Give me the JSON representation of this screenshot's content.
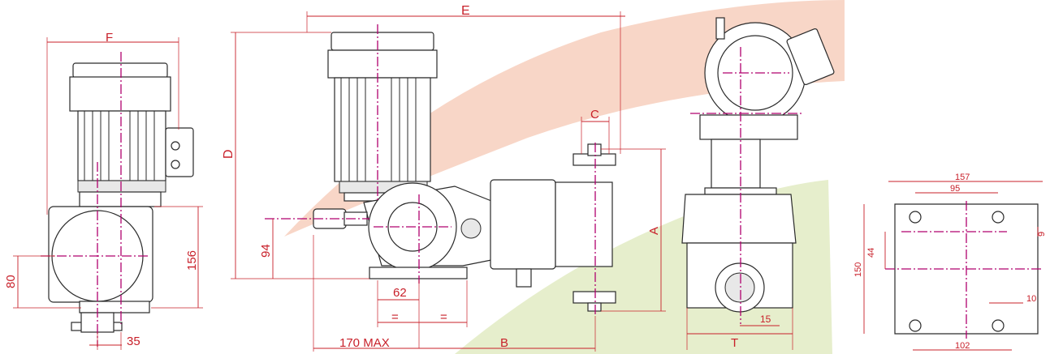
{
  "colors": {
    "dimension": "#c8202a",
    "axis": "#b0006e",
    "outline": "#2a2a2a",
    "background_red": "#f7c9b4",
    "background_green": "#e1ebc4"
  },
  "side_view": {
    "label_F": "F",
    "label_80": "80",
    "label_156": "156",
    "label_35": "35"
  },
  "front_view": {
    "label_E": "E",
    "label_D": "D",
    "label_94": "94",
    "label_62": "62",
    "label_eq1": "=",
    "label_eq2": "=",
    "label_170max": "170 MAX",
    "label_B": "B",
    "label_C": "C",
    "label_A": "A"
  },
  "rear_view": {
    "label_T": "T",
    "label_15": "15"
  },
  "base_plate": {
    "label_157": "157",
    "label_95": "95",
    "label_9": "9",
    "label_44": "44",
    "label_150": "150",
    "label_10": "10",
    "label_102": "102"
  }
}
